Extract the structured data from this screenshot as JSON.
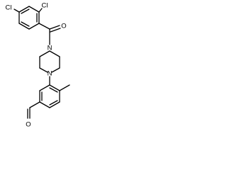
{
  "diagram": {
    "type": "chemical-structure",
    "atom_labels": {
      "chlorine_top": "Cl",
      "chlorine_left": "Cl",
      "carbonyl_oxygen": "O",
      "piperazine_n_top": "N",
      "piperazine_n_bottom": "N",
      "aldehyde_oxygen": "O"
    }
  }
}
